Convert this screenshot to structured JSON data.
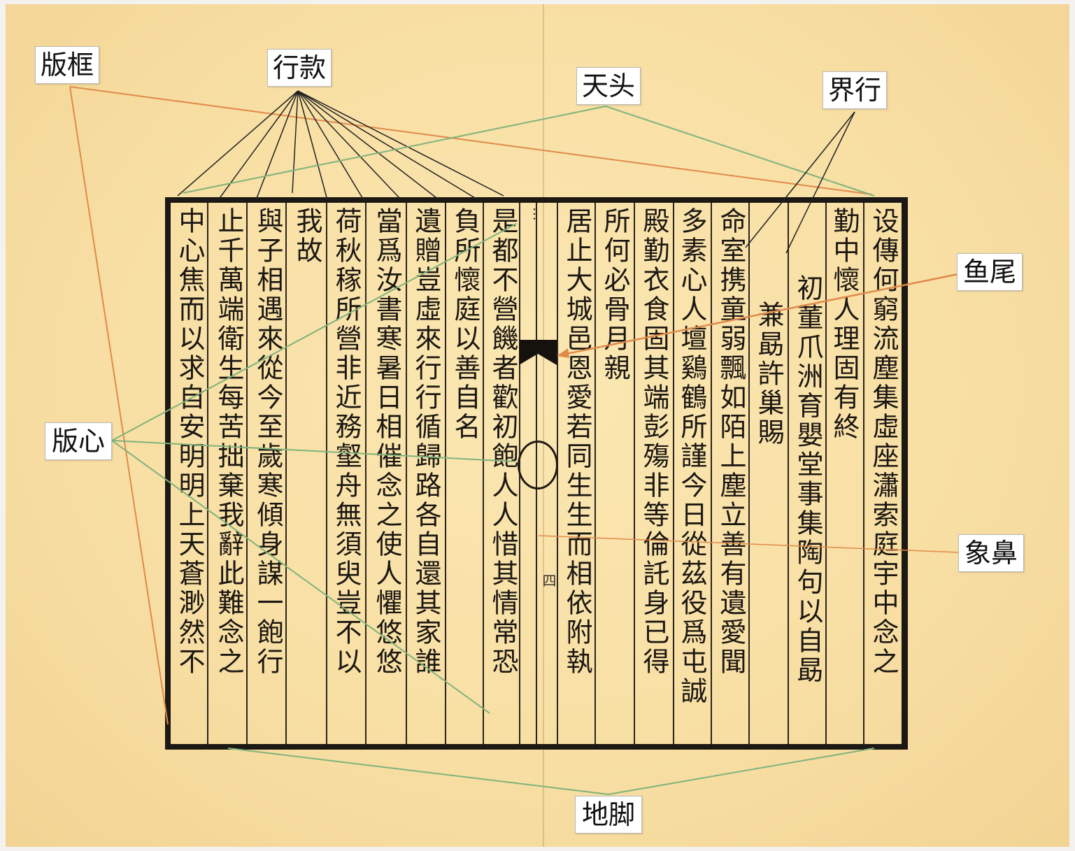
{
  "labels": {
    "banmian_frame": "版框",
    "hangkuan": "行款",
    "tiantou": "天头",
    "jiehang": "界行",
    "yuwei": "鱼尾",
    "banxin": "版心",
    "xiangbi": "象鼻",
    "dijiao": "地脚"
  },
  "page_text": {
    "columns": [
      "设傳何窮流塵集虛座瀟索庭宇中念之",
      "勤中懷人理固有終",
      "初董爪洲育嬰堂事集陶句以自勗",
      "兼勗許巢賜",
      "命室携童弱飄如陌上塵立善有遺愛聞",
      "多素心人壇鷄鶴所謹今日從茲役爲屯誠",
      "殿勤衣食固其端彭殤非等倫託身已得",
      "所何必骨月親",
      "居止大城邑恩愛若同生生而相依附執",
      "是都不營饑者歡初飽人人惜其情常恐",
      "負所懷庭以善自名",
      "遺贈豈虛來行行循歸路各自還其家誰",
      "當爲汝書寒暑日相催念之使人懼悠悠",
      "荷秋稼所營非近務壑舟無須臾豈不以",
      "我故",
      "與子相遇來從今至歲寒傾身謀一飽行",
      "止千萬端衛生每苦拙棄我辭此難念之",
      "中心焦而以求自安明明上天蒼渺然不"
    ],
    "banxin_top": "…",
    "banxin_page": "四"
  },
  "colors": {
    "paper": "#f8dfa4",
    "ink": "#1c1813",
    "orange_leader": "#e08a4a",
    "green_leader": "#7fb37c",
    "black_leader": "#222222"
  }
}
